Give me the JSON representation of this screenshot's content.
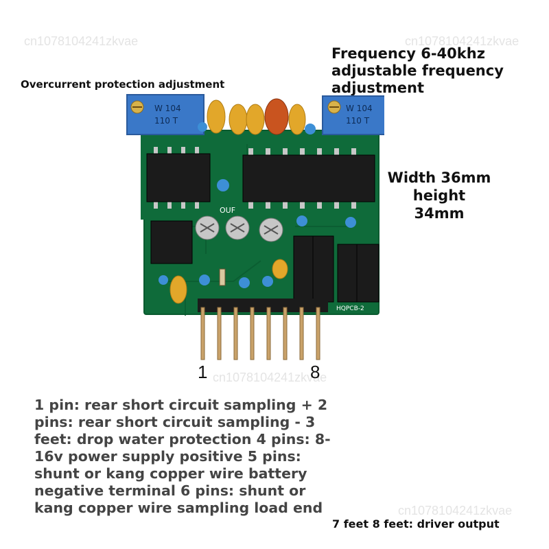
{
  "labels": {
    "overcurrent": "Overcurrent protection adjustment",
    "frequency_line1": "Frequency 6-40khz",
    "frequency_line2": "adjustable frequency",
    "frequency_line3": "adjustment",
    "size_line1": "Width 36mm",
    "size_line2": "height",
    "size_line3": "34mm",
    "pin_description": "1 pin: rear short circuit sampling + 2 pins: rear short circuit sampling - 3 feet: drop water protection 4 pins: 8-16v power supply positive 5 pins: shunt or kang copper wire battery negative terminal 6 pins: shunt or kang copper wire sampling load end",
    "driver_output": "7 feet 8 feet: driver output",
    "pin_first": "1",
    "pin_last": "8"
  },
  "watermark": "cn1078104241zkvae",
  "board": {
    "pot_marking_line1": "W 104",
    "pot_marking_line2": "110 T",
    "silk_ouf": "OUF",
    "silk_model": "HQPCB-2",
    "colors": {
      "pcb": "#0f6b3a",
      "pcb_edge": "#0a5a2f",
      "pot": "#3a78c8",
      "capacitor_yellow": "#e2a72a",
      "capacitor_orange": "#c9541f",
      "chip": "#1b1b1b",
      "header_gold": "#c9a26a"
    }
  }
}
